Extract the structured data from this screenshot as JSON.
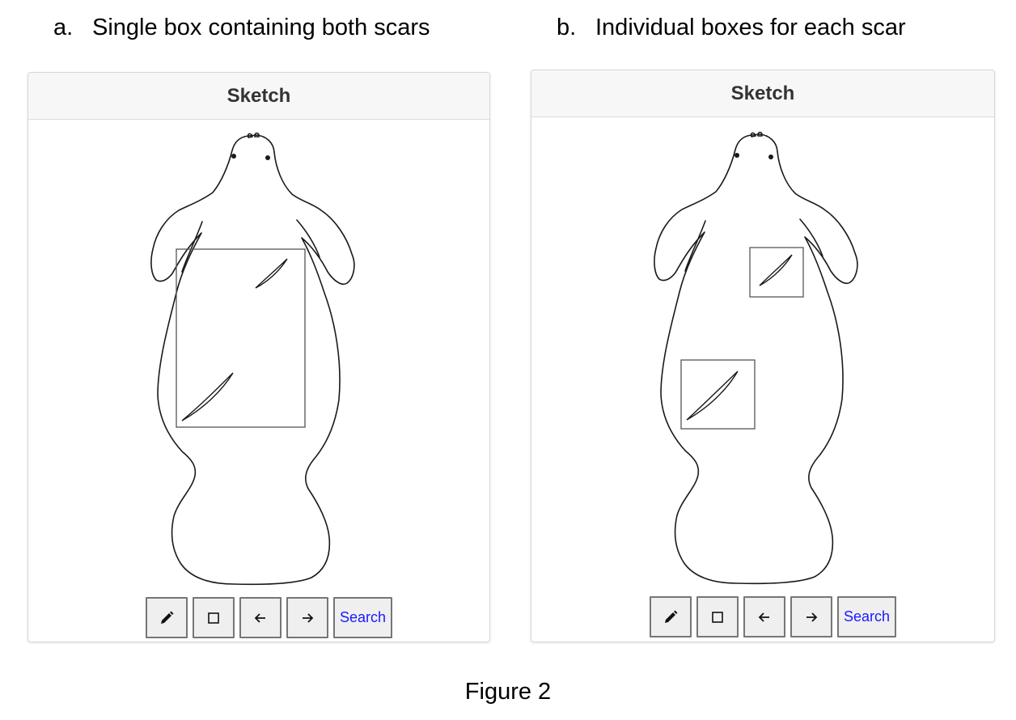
{
  "figure_label": "Figure 2",
  "panels": [
    {
      "marker": "a.",
      "caption": "Single box containing both scars",
      "card_title": "Sketch",
      "toolbar": {
        "pencil_icon": "pencil-icon",
        "rectangle_icon": "square-icon",
        "undo_icon": "arrow-left-icon",
        "redo_icon": "arrow-right-icon",
        "search_label": "Search"
      }
    },
    {
      "marker": "b.",
      "caption": "Individual boxes for each scar",
      "card_title": "Sketch",
      "toolbar": {
        "pencil_icon": "pencil-icon",
        "rectangle_icon": "square-icon",
        "undo_icon": "arrow-left-icon",
        "redo_icon": "arrow-right-icon",
        "search_label": "Search"
      }
    }
  ],
  "colors": {
    "outline": "#1a1a1a",
    "search_text": "#1a1aff",
    "header_bg": "#f7f7f7"
  }
}
